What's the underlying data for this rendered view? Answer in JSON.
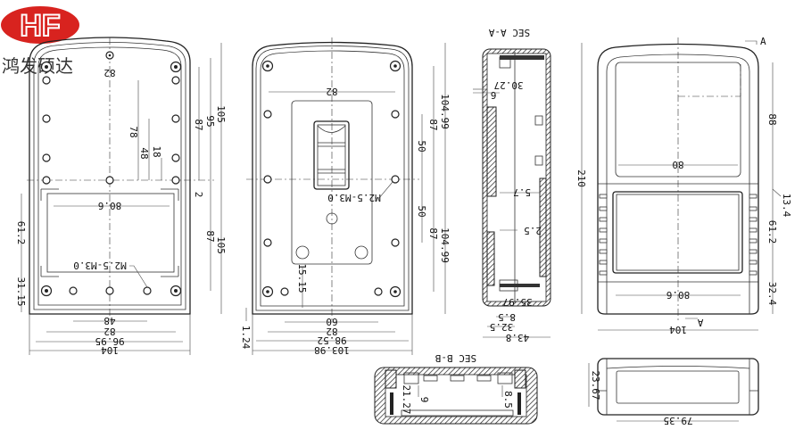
{
  "brand": {
    "logo_text": "HF",
    "watermark": "鸿发硕达",
    "logo_color": "#d8231f"
  },
  "view_back": {
    "dims": {
      "top_holes": "82",
      "d78": "78",
      "d48": "48",
      "d18": "18",
      "d2": "2",
      "d87a": "87",
      "d95": "95",
      "d105a": "105",
      "d87b": "87",
      "d105b": "105",
      "window": "80.6",
      "left612": "61.2",
      "left3115": "31.15",
      "bot48": "48",
      "bot82": "82",
      "bot9695": "96.95",
      "bot104": "104",
      "thread": "M2.5-M3.0"
    }
  },
  "view_front": {
    "dims": {
      "top82": "82",
      "d50a": "50",
      "d50b": "50",
      "d87a": "87",
      "d87b": "87",
      "d10499a": "104.99",
      "d10499b": "104.99",
      "thread": "M2.5-M3.0",
      "d1515": "15.15",
      "d124": "1.24",
      "bot60": "60",
      "bot82": "82",
      "bot9852": "98.52",
      "bot10398": "103.98"
    }
  },
  "section_aa": {
    "title": "SEC A-A",
    "dims": {
      "d3027": "30.27",
      "d6": "6",
      "d57": "5.7",
      "d25": "2.5",
      "d3597": "35.97",
      "d85": "8.5",
      "d325": "32.5",
      "d438": "43.8"
    }
  },
  "view_top": {
    "dims": {
      "d210": "210",
      "d88": "88",
      "d80": "80",
      "d134": "13.4",
      "d612": "61.2",
      "d806": "80.6",
      "d324": "32.4",
      "d104": "104",
      "markA": "A",
      "markA2": "A"
    }
  },
  "section_bb": {
    "title": "SEC B-B",
    "dims": {
      "d2127": "21.27",
      "d9": "9",
      "d85": "8.5"
    }
  },
  "view_side": {
    "dims": {
      "d2367": "23.67",
      "d7935": "79.35"
    }
  }
}
